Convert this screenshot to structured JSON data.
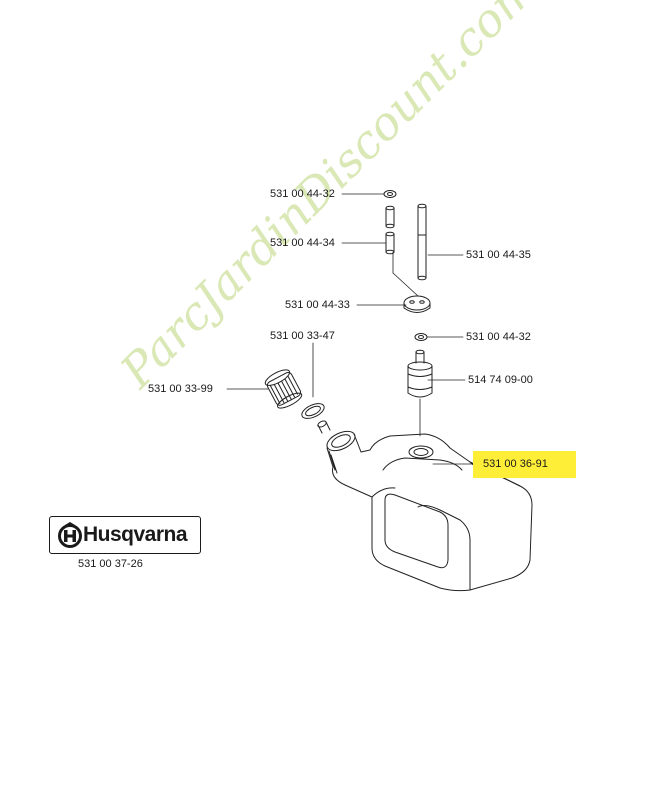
{
  "labels": {
    "washer_top": "531 00 44-32",
    "hose_left": "531 00 44-34",
    "hose_right": "531 00 44-35",
    "grommet": "531 00 44-33",
    "washer_mid": "531 00 44-32",
    "gasket": "531 00 33-47",
    "filter": "514 74 09-00",
    "cap": "531 00 33-99",
    "tank": "531 00 36-91"
  },
  "highlight_color": "#ffee38",
  "logo": {
    "brand": "Husqvarna",
    "code": "531 00 37-26",
    "emblem": "husqvarna-crown-emblem"
  },
  "watermark": {
    "text": "ParcJardinDiscount.com"
  }
}
